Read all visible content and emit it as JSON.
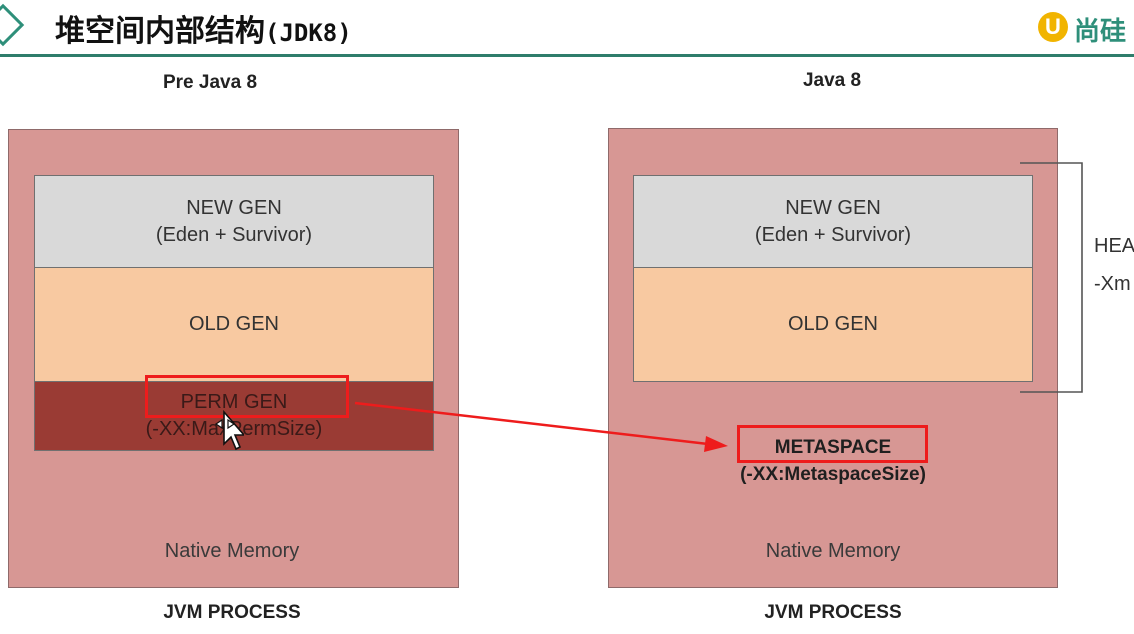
{
  "header": {
    "title": "堆空间内部结构",
    "title_suffix": "(JDK8)",
    "logo_mark": "U",
    "logo_text": "尚硅"
  },
  "left": {
    "title": "Pre Java 8",
    "new_gen": "NEW GEN",
    "new_gen_sub": "(Eden + Survivor)",
    "old_gen": "OLD GEN",
    "perm_gen": "PERM GEN",
    "perm_gen_sub": "(-XX:MaxPermSize)",
    "native_memory": "Native Memory",
    "footer": "JVM PROCESS"
  },
  "right": {
    "title": "Java 8",
    "new_gen": "NEW GEN",
    "new_gen_sub": "(Eden + Survivor)",
    "old_gen": "OLD GEN",
    "metaspace": "METASPACE",
    "metaspace_sub": "(-XX:MetaspaceSize)",
    "native_memory": "Native Memory",
    "footer": "JVM PROCESS",
    "heap_label": "HEA",
    "heap_sub": "-Xm"
  },
  "colors": {
    "process": "#d79794",
    "new_gen": "#d9d9d9",
    "old_gen": "#f8c9a1",
    "perm_gen": "#9a3b34",
    "highlight": "#ee1c1c",
    "header_accent": "#2e7d6b"
  }
}
